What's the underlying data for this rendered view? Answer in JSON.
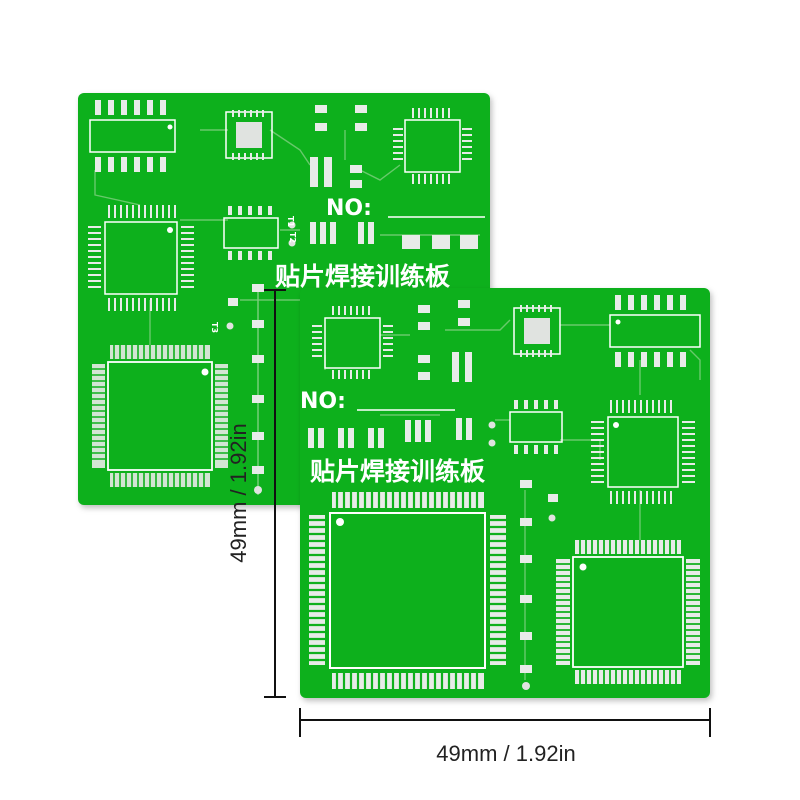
{
  "product": {
    "title_label": "贴片焊接训练板",
    "serial_label": "NO:",
    "test_points": [
      "T1",
      "T2",
      "T3"
    ]
  },
  "dimensions": {
    "width_label": "49mm / 1.92in",
    "height_label": "49mm / 1.92in"
  },
  "colors": {
    "pcb_green": "#0fae1c",
    "pad_silver": "#e6e9e6",
    "silkscreen": "#ffffff",
    "dimension_line": "#111111"
  }
}
